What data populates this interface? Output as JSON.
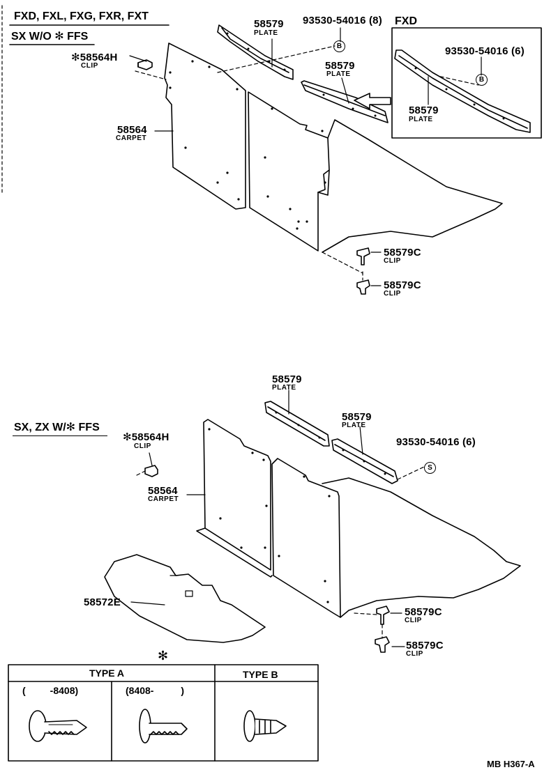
{
  "sections": {
    "top_models": "FXD, FXL, FXG, FXR, FXT",
    "top_variant": "SX W/O ✻ FFS",
    "fxd_inset": "FXD",
    "bottom_variant": "SX, ZX W/✻ FFS"
  },
  "top_parts": {
    "clip_h": {
      "number": "✻58564H",
      "name": "CLIP"
    },
    "carpet": {
      "number": "58564",
      "name": "CARPET"
    },
    "plate_a": {
      "number": "58579",
      "name": "PLATE"
    },
    "plate_b": {
      "number": "58579",
      "name": "PLATE"
    },
    "screw": {
      "number": "93530-54016 (8)",
      "symbol": "B"
    },
    "clip_c1": {
      "number": "58579C",
      "name": "CLIP"
    },
    "clip_c2": {
      "number": "58579C",
      "name": "CLIP"
    },
    "inset_screw": {
      "number": "93530-54016 (6)",
      "symbol": "B"
    },
    "inset_plate": {
      "number": "58579",
      "name": "PLATE"
    }
  },
  "bottom_parts": {
    "plate_a": {
      "number": "58579",
      "name": "PLATE"
    },
    "plate_b": {
      "number": "58579",
      "name": "PLATE"
    },
    "screw": {
      "number": "93530-54016 (6)",
      "symbol": "S"
    },
    "clip_h": {
      "number": "✻58564H",
      "name": "CLIP"
    },
    "carpet": {
      "number": "58564",
      "name": "CARPET"
    },
    "mat": {
      "number": "58572E"
    },
    "clip_c1": {
      "number": "58579C",
      "name": "CLIP"
    },
    "clip_c2": {
      "number": "58579C",
      "name": "CLIP"
    }
  },
  "legend": {
    "mark": "✻",
    "type_a": "TYPE A",
    "type_b": "TYPE B",
    "range_1": "(         -8408)",
    "range_2": "(8408-          )"
  },
  "drawing_code": "MB H367-A"
}
